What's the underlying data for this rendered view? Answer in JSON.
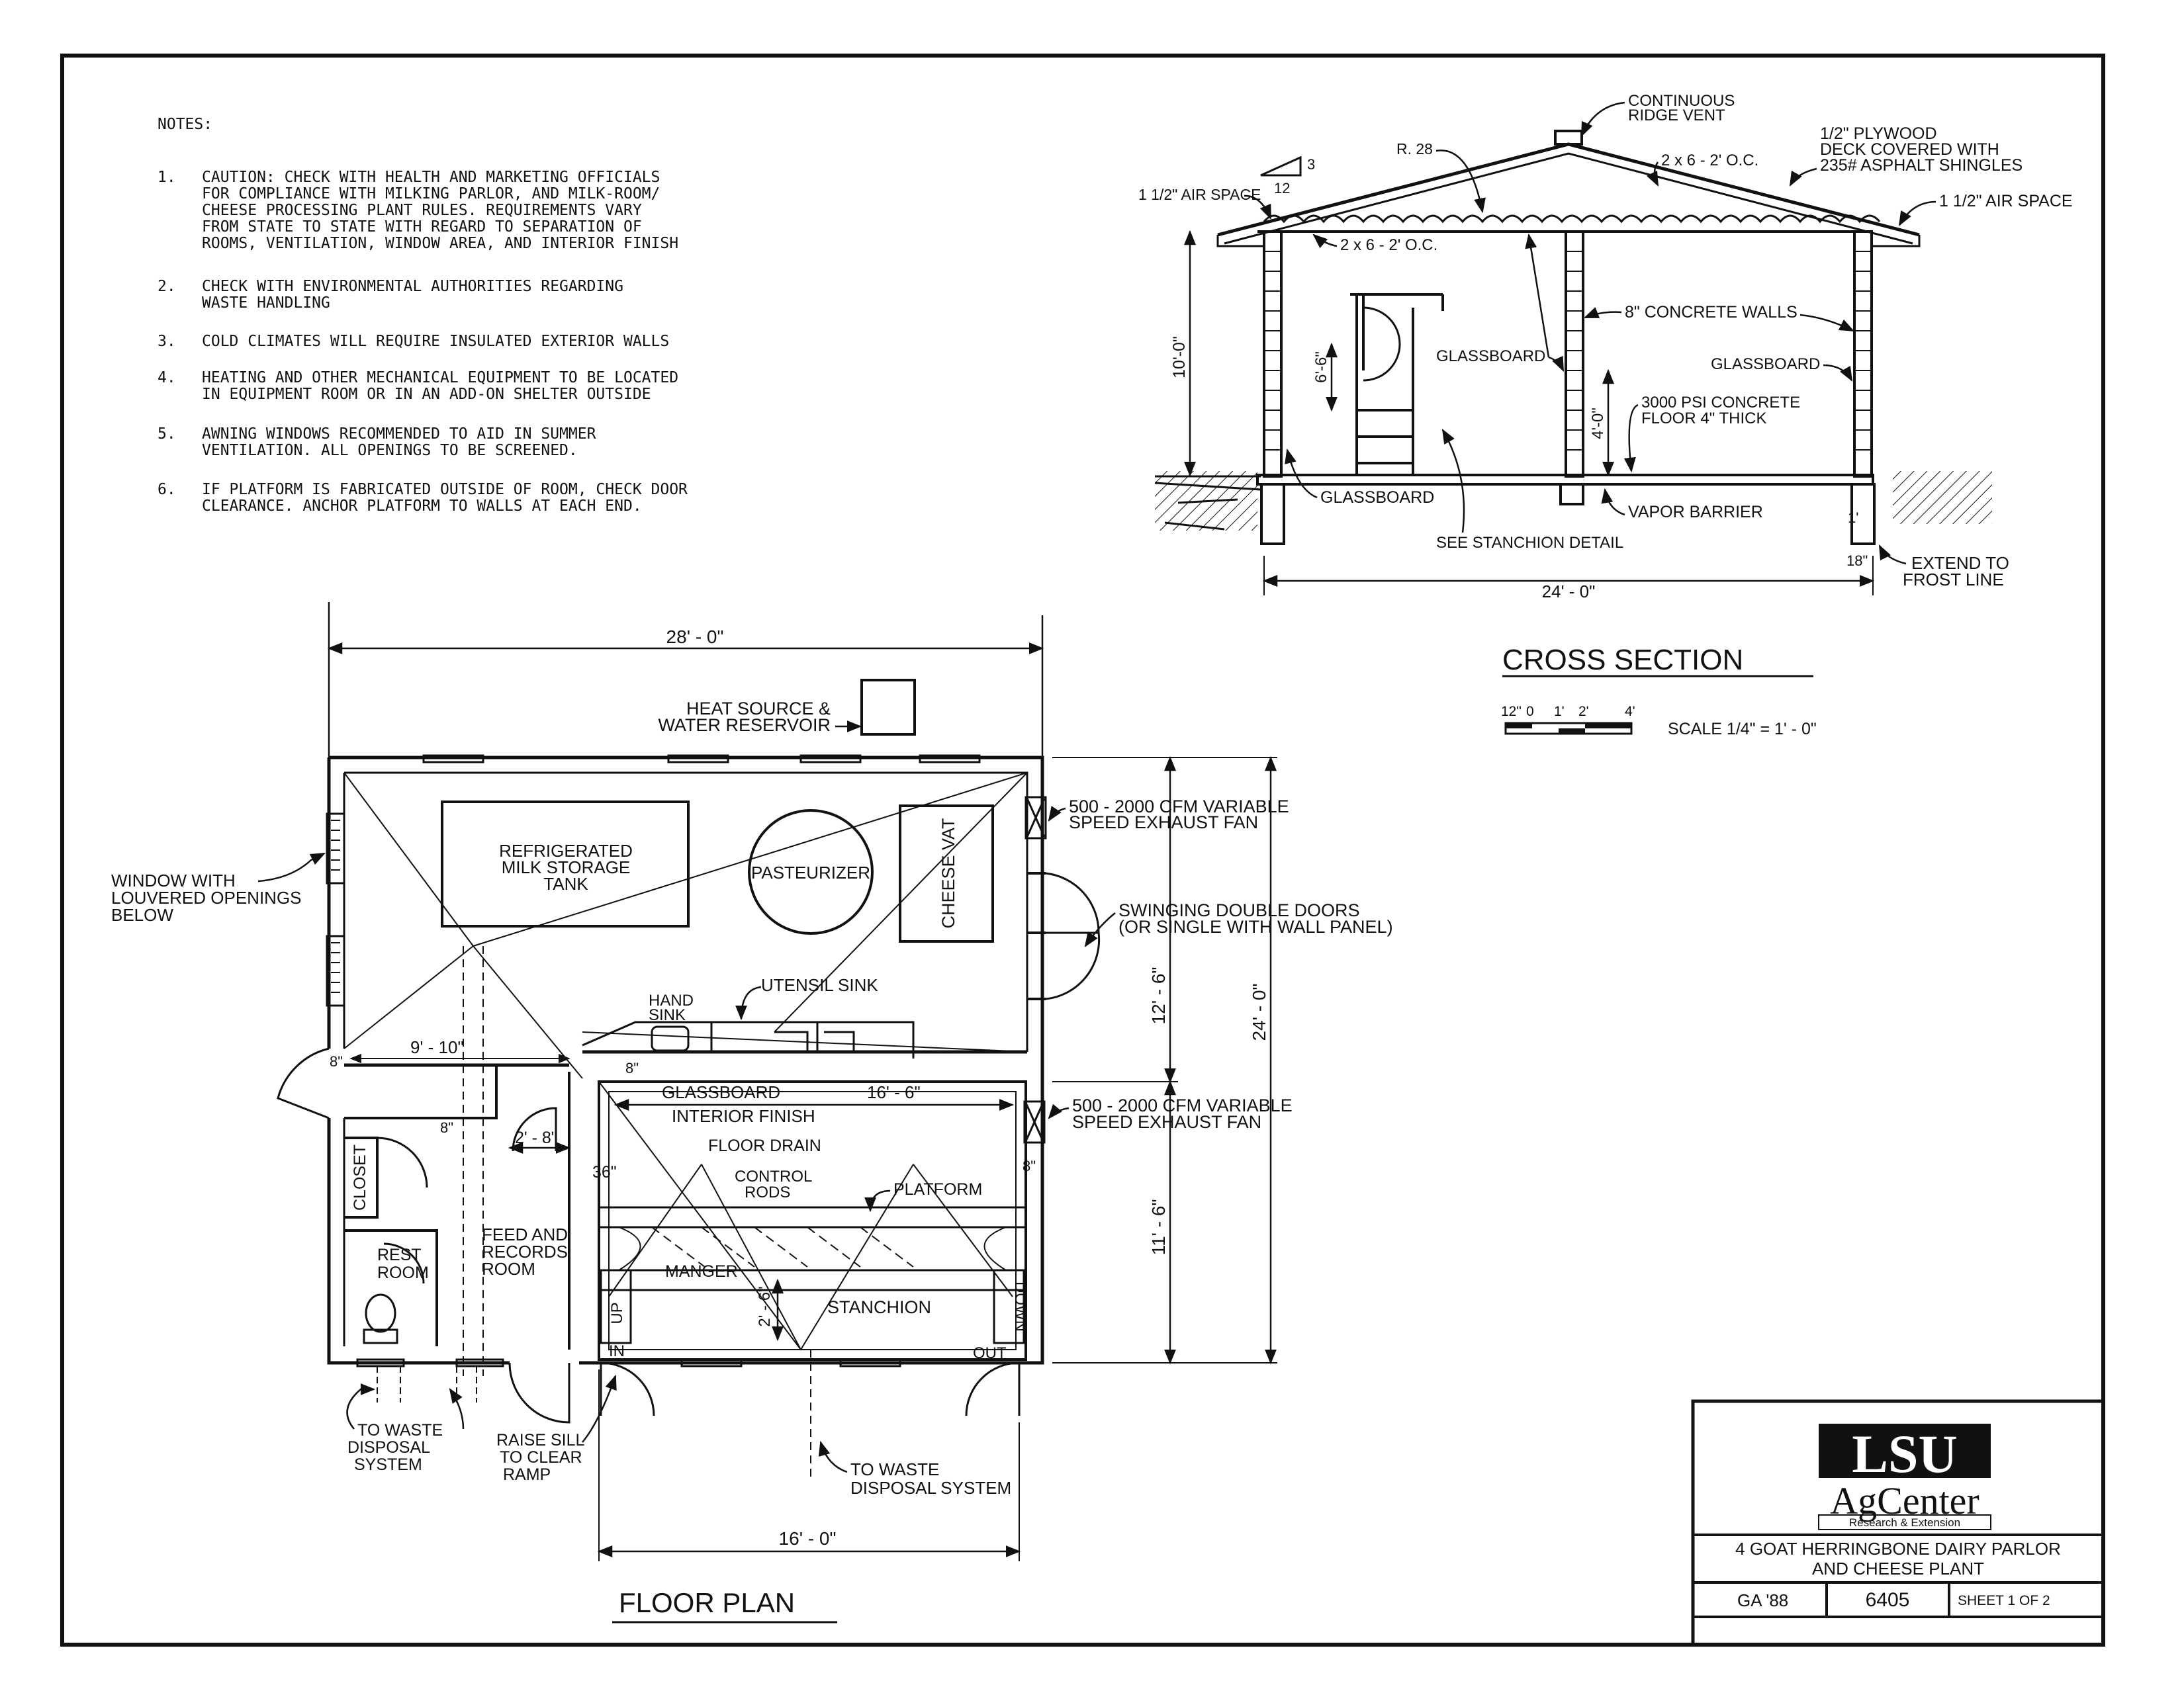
{
  "notes": {
    "heading": "NOTES:",
    "items": [
      {
        "num": "1.",
        "lines": [
          "CAUTION: CHECK WITH HEALTH AND MARKETING OFFICIALS",
          "FOR COMPLIANCE WITH MILKING PARLOR, AND MILK-ROOM/",
          "CHEESE PROCESSING PLANT RULES. REQUIREMENTS VARY",
          "FROM STATE TO STATE WITH REGARD TO SEPARATION OF",
          "ROOMS, VENTILATION, WINDOW AREA, AND INTERIOR FINISH"
        ]
      },
      {
        "num": "2.",
        "lines": [
          "CHECK WITH ENVIRONMENTAL AUTHORITIES REGARDING",
          "WASTE HANDLING"
        ]
      },
      {
        "num": "3.",
        "lines": [
          "COLD CLIMATES WILL REQUIRE INSULATED EXTERIOR WALLS"
        ]
      },
      {
        "num": "4.",
        "lines": [
          "HEATING AND OTHER MECHANICAL EQUIPMENT TO BE LOCATED",
          "IN EQUIPMENT ROOM OR IN AN ADD-ON SHELTER OUTSIDE"
        ]
      },
      {
        "num": "5.",
        "lines": [
          "AWNING WINDOWS RECOMMENDED TO AID IN SUMMER",
          "VENTILATION. ALL OPENINGS TO BE SCREENED."
        ]
      },
      {
        "num": "6.",
        "lines": [
          "IF PLATFORM IS FABRICATED OUTSIDE OF ROOM, CHECK DOOR",
          "CLEARANCE. ANCHOR PLATFORM TO WALLS AT EACH END."
        ]
      }
    ]
  },
  "cross_section": {
    "title": "CROSS SECTION",
    "scale_label": "SCALE 1/4\" = 1' - 0\"",
    "scale_ticks": [
      "12\"",
      "0",
      "1'",
      "2'",
      "4'"
    ],
    "labels": {
      "ridge_vent": [
        "CONTINUOUS",
        "RIDGE VENT"
      ],
      "plywood": [
        "1/2\" PLYWOOD",
        "DECK COVERED WITH",
        "235# ASPHALT SHINGLES"
      ],
      "r28": "R. 28",
      "rafter": "2 x 6 - 2' O.C.",
      "slope_rise": "3",
      "slope_run": "12",
      "air_space_left": "1 1/2\" AIR SPACE",
      "air_space_right": "1 1/2\" AIR SPACE",
      "ceiling_joist": "2 x 6 - 2' O.C.",
      "concrete_walls": "8\" CONCRETE WALLS",
      "glassboard_1": "GLASSBOARD",
      "glassboard_2": "GLASSBOARD",
      "glassboard_3": "GLASSBOARD",
      "floor": [
        "3000 PSI CONCRETE",
        "FLOOR 4\" THICK"
      ],
      "vapor_barrier": "VAPOR BARRIER",
      "stanchion_detail": "SEE STANCHION DETAIL",
      "frost_line": [
        "EXTEND TO",
        "FROST LINE"
      ],
      "dim_height": "10'-0\"",
      "dim_66": "6'-6\"",
      "dim_40": "4'-0\"",
      "dim_1": "1'",
      "dim_18": "18\"",
      "dim_width": "24' - 0\""
    }
  },
  "floor_plan": {
    "title": "FLOOR PLAN",
    "dims": {
      "top": "28' - 0\"",
      "bottom": "16' - 0\"",
      "right_upper": "12' - 6\"",
      "right_lower": "11' - 6\"",
      "right_total": "24' - 0\"",
      "d_9_10": "9' - 10\"",
      "d_8a": "8\"",
      "d_8b": "8\"",
      "d_8c": "8\"",
      "d_8d": "8\"",
      "d_2_8": "2' - 8\"",
      "d_36": "36\"",
      "d_16_6": "16' - 6\"",
      "d_2_6": "2' - 6\""
    },
    "labels": {
      "heat_source": [
        "HEAT SOURCE &",
        "WATER RESERVOIR"
      ],
      "tank": [
        "REFRIGERATED",
        "MILK STORAGE",
        "TANK"
      ],
      "pasteurizer": "PASTEURIZER",
      "cheese_vat": "CHEESE VAT",
      "exhaust_1": [
        "500 - 2000 CFM VARIABLE",
        "SPEED EXHAUST FAN"
      ],
      "exhaust_2": [
        "500 - 2000 CFM VARIABLE",
        "SPEED EXHAUST FAN"
      ],
      "doors": [
        "SWINGING DOUBLE DOORS",
        "(OR SINGLE WITH WALL PANEL)"
      ],
      "window": [
        "WINDOW WITH",
        "LOUVERED OPENINGS",
        "BELOW"
      ],
      "hand_sink": [
        "HAND",
        "SINK"
      ],
      "utensil_sink": "UTENSIL SINK",
      "glassboard": [
        "GLASSBOARD",
        "INTERIOR FINISH"
      ],
      "floor_drain": "FLOOR DRAIN",
      "control_rods": [
        "CONTROL",
        "RODS"
      ],
      "platform": "PLATFORM",
      "manger": "MANGER",
      "stanchion": "STANCHION",
      "closet": "CLOSET",
      "rest_room": [
        "REST",
        "ROOM"
      ],
      "feed_room": [
        "FEED AND",
        "RECORDS",
        "ROOM"
      ],
      "up": "UP",
      "down": "DOWN",
      "in": "IN",
      "out": "OUT",
      "waste_left": [
        "TO WASTE",
        "DISPOSAL",
        "SYSTEM"
      ],
      "raise_sill": [
        "RAISE SILL",
        "TO CLEAR",
        "RAMP"
      ],
      "waste_right": [
        "TO WASTE",
        "DISPOSAL SYSTEM"
      ]
    }
  },
  "title_block": {
    "logo_main": "LSU",
    "logo_sub": "AgCenter",
    "logo_tag": "Research & Extension",
    "title_lines": [
      "4 GOAT HERRINGBONE DAIRY PARLOR",
      "AND CHEESE PLANT"
    ],
    "code": "GA '88",
    "number": "6405",
    "sheet": "SHEET 1 OF 2"
  }
}
